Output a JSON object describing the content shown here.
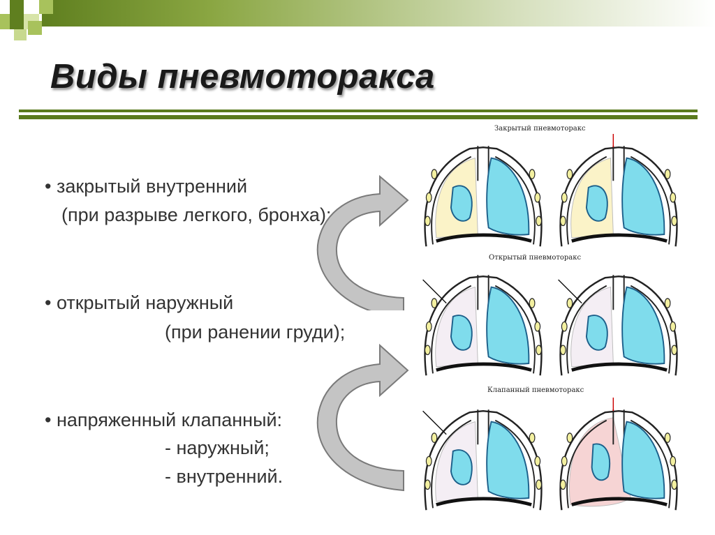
{
  "slide": {
    "title": "Виды пневмоторакса",
    "items": [
      {
        "line1": "• закрытый внутренний",
        "line2": "(при разрыве легкого, бронха);"
      },
      {
        "line1": "• открытый наружный",
        "line2": "(при ранении груди);"
      },
      {
        "line1": "• напряженный клапанный:",
        "line2": "- наружный;",
        "line3": "- внутренний."
      }
    ]
  },
  "figure": {
    "label_closed": "Закрытый пневмоторакс",
    "label_open": "Открытый пневмоторакс",
    "label_valve": "Клапанный пневмоторакс"
  },
  "colors": {
    "accent_green": "#5a7a1e",
    "lung_blue": "#7fdcec",
    "collapsed_side_yellow": "#fbf3c8",
    "tension_pink": "#f6d4d4",
    "arrow_gray": "#b8b8b8"
  }
}
